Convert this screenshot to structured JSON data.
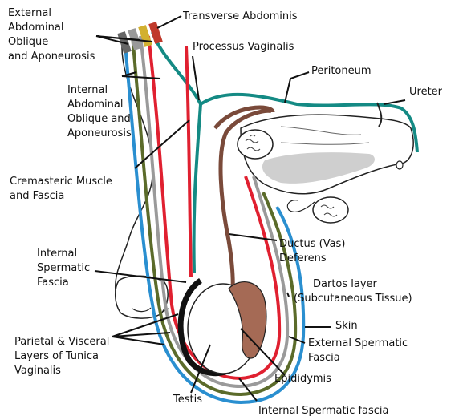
{
  "labels": {
    "external_oblique": [
      "External",
      "Abdominal",
      "Oblique",
      "and Aponeurosis"
    ],
    "transverse_abdominis": [
      "Transverse Abdominis"
    ],
    "processus_vaginalis": [
      "Processus Vaginalis"
    ],
    "peritoneum": [
      "Peritoneum"
    ],
    "ureter": [
      "Ureter"
    ],
    "internal_oblique": [
      "Internal",
      "Abdominal",
      "Oblique and",
      "Aponeurosis"
    ],
    "cremasteric": [
      "Cremasteric Muscle",
      "and Fascia"
    ],
    "internal_spermatic_left": [
      "Internal",
      "Spermatic",
      "Fascia"
    ],
    "ductus_deferens": [
      "Ductus (Vas)",
      "Deferens"
    ],
    "dartos": [
      "Dartos layer",
      "(Subcutaneous Tissue)"
    ],
    "skin": [
      "Skin"
    ],
    "external_spermatic": [
      "External Spermatic",
      "Fascia"
    ],
    "tunica_vaginalis": [
      "Parietal & Visceral",
      "Layers of Tunica",
      "Vaginalis"
    ],
    "epididymis": [
      "Epididymis"
    ],
    "testis": [
      "Testis"
    ],
    "internal_spermatic_bottom": [
      "Internal Spermatic fascia"
    ]
  },
  "colors": {
    "skin": "#2a8fd0",
    "dartos": "#5b6b2a",
    "external_spermatic": "#9a9a9a",
    "internal_spermatic": "#e02030",
    "peritoneum": "#148a84",
    "ductus": "#7a4a3a",
    "epididymis": "#a56a55",
    "bladder_shadow": "#cfcfcf"
  }
}
